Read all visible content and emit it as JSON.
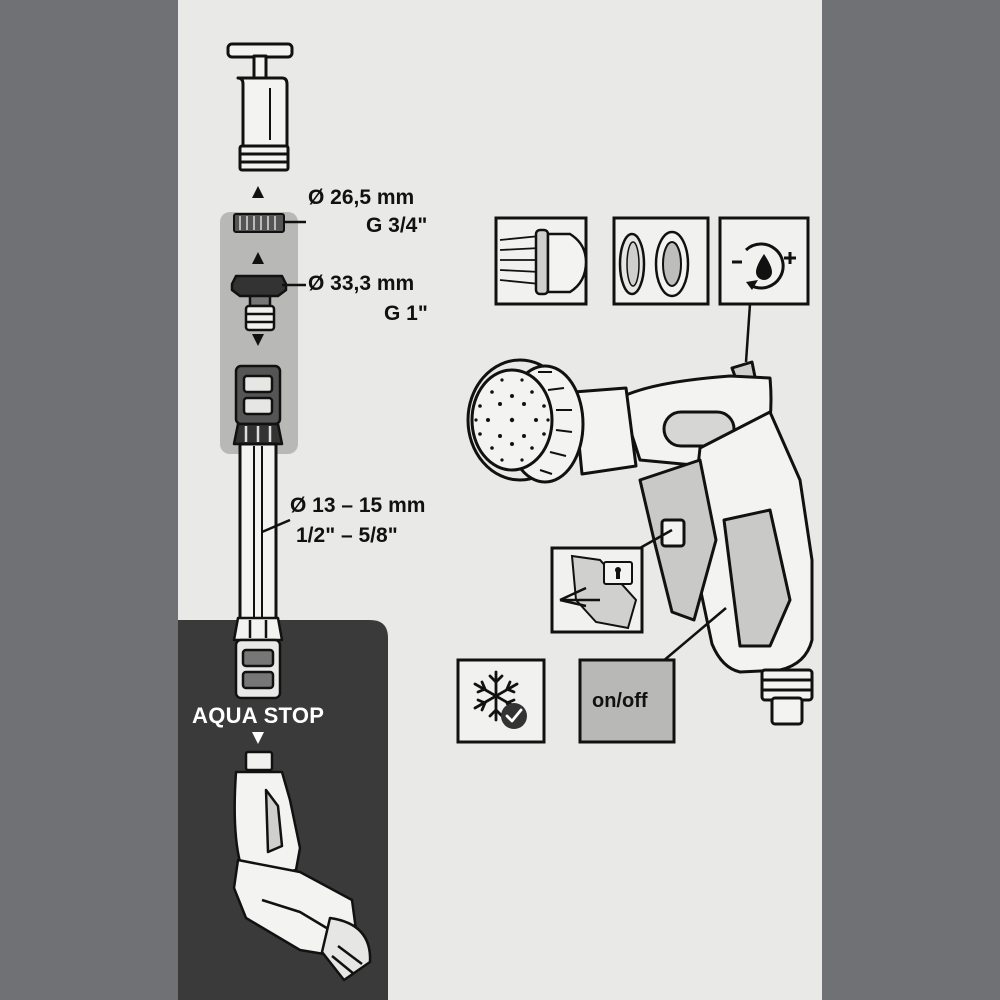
{
  "connector_specs": {
    "tap_thread_diameter": "Ø 26,5 mm",
    "tap_thread_size": "G 3/4\"",
    "adapter_thread_diameter": "Ø 33,3 mm",
    "adapter_thread_size": "G 1\"",
    "hose_diameter_mm": "Ø 13 – 15 mm",
    "hose_diameter_inch": "1/2\" – 5/8\""
  },
  "aqua_stop_label": "AQUA STOP",
  "features": {
    "on_off_label": "on/off"
  },
  "colors": {
    "panel_background": "#e9e9e7",
    "adapter_box": "#b8b8b6",
    "aqua_stop_box": "#3a3a3a",
    "outline": "#111111"
  },
  "icons": [
    "water-tap-icon",
    "spray-nozzle-icon",
    "spray-head-disassembly-icon",
    "flow-regulation-icon",
    "trigger-lock-icon",
    "frost-resistant-icon",
    "on-off-switch-icon"
  ]
}
